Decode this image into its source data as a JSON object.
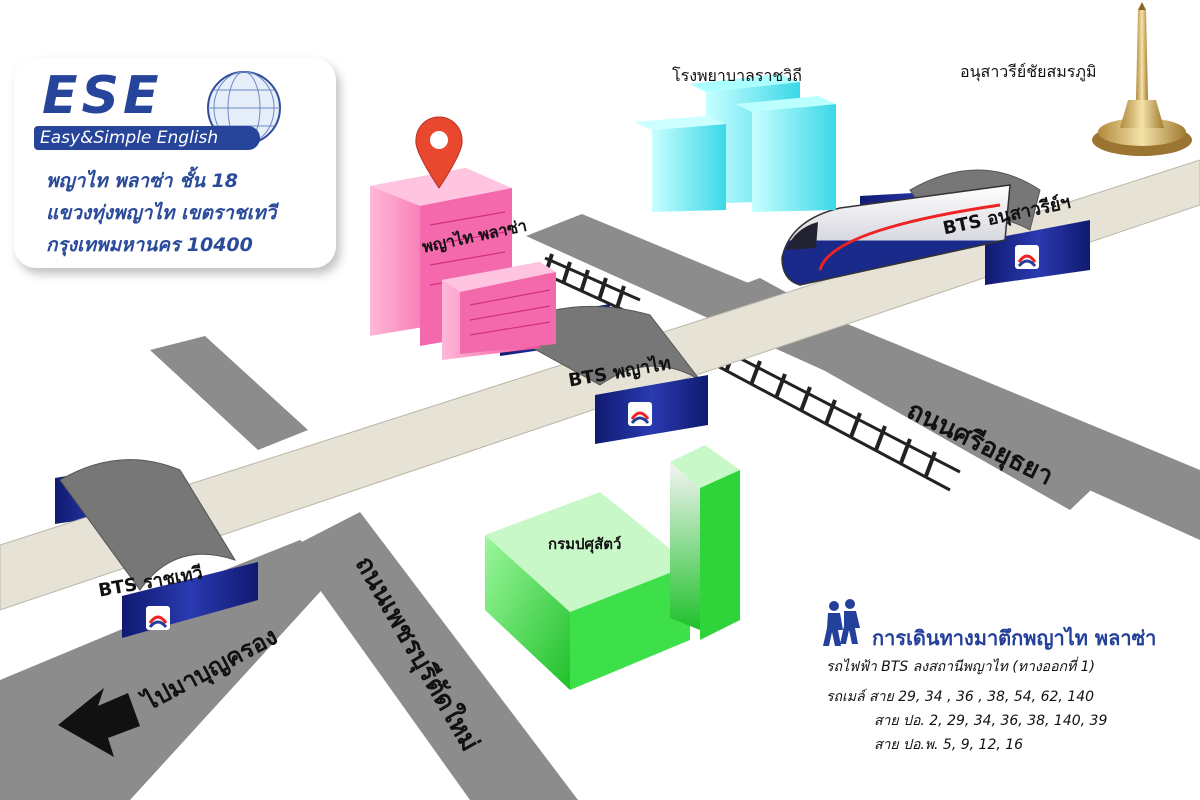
{
  "address_card": {
    "logo_text": "ESE",
    "logo_subtitle": "Easy&Simple English",
    "line1": "พญาไท พลาซ่า ชั้น 18",
    "line2": "แขวงทุ่งพญาไท เขตราชเทวี",
    "line3": "กรุงเทพมหานคร 10400"
  },
  "landmarks": {
    "hospital": "โรงพยาบาลราชวิถี",
    "monument": "อนุสาวรีย์ชัยสมรภูมิ",
    "plaza": "พญาไท พลาซ่า",
    "livestock_dept": "กรมปศุสัตว์"
  },
  "stations": {
    "victory": "BTS อนุสาวรีย์ฯ",
    "phaya_thai": "BTS พญาไท",
    "ratchathewi": "BTS ราชเทวี"
  },
  "roads": {
    "si_ayutthaya": "ถนนศรีอยุธยา",
    "phetchaburi": "ถนนเพชรบุรีตัดใหม่",
    "to_bunkrong": "ไปมาบุญครอง"
  },
  "directions": {
    "title": "การเดินทางมาตึกพญาไท พลาซ่า",
    "bts": "รถไฟฟ้า BTS ลงสถานีพญาไท (ทางออกที่ 1)",
    "bus1": "รถเมล์ สาย 29, 34 , 36 , 38, 54, 62, 140",
    "bus2": "สาย ปอ. 2, 29, 34, 36, 38, 140, 39",
    "bus3": "สาย ปอ.พ. 5, 9, 12, 16"
  },
  "icons": [
    "map-pin-icon",
    "walking-people-icon",
    "bts-logo-icon",
    "arrow-left-icon",
    "globe-icon"
  ],
  "colors": {
    "brand_blue": "#26449a",
    "road_gray": "#8c8c8c",
    "rail_beige": "#e6e3d6",
    "station_blue": "#1c2c8c",
    "plaza_pink": "#f06aa8",
    "hospital_cyan": "#5ff0f0",
    "dept_green": "#3ee04a",
    "pin_red": "#e8492e"
  }
}
